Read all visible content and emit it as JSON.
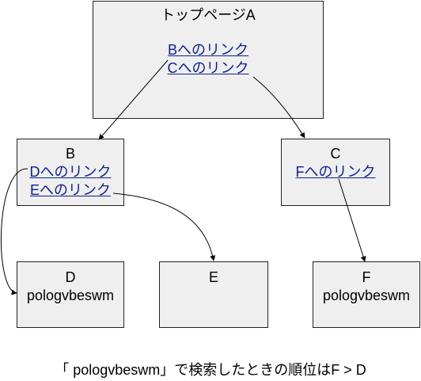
{
  "pages": {
    "A": {
      "title": "トップページA",
      "links": [
        "Bへのリンク",
        "Cへのリンク"
      ]
    },
    "B": {
      "title": "B",
      "links": [
        "Dへのリンク",
        "Eへのリンク"
      ]
    },
    "C": {
      "title": "C",
      "links": [
        "Fへのリンク"
      ]
    },
    "D": {
      "title": "D",
      "keyword": "pologvbeswm"
    },
    "E": {
      "title": "E"
    },
    "F": {
      "title": "F",
      "keyword": "pologvbeswm"
    }
  },
  "caption": "「 pologvbeswm」で検索したときの順位はF > D",
  "colors": {
    "box_fill": "#efefef",
    "link": "#0e1f96",
    "border": "#222222"
  }
}
